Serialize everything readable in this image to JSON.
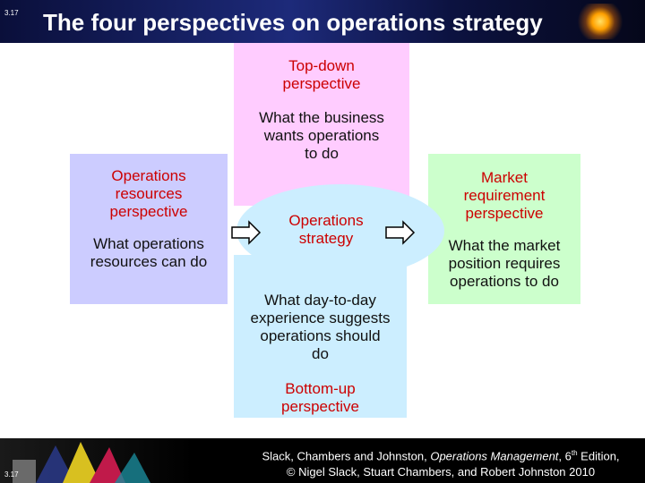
{
  "header": {
    "slide_number": "3.17",
    "title": "The four perspectives on operations strategy"
  },
  "diagram": {
    "top": {
      "label": [
        "Top-down",
        "perspective"
      ],
      "description": [
        "What the business",
        "wants operations",
        "to do"
      ]
    },
    "left": {
      "label": [
        "Operations",
        "resources",
        "perspective"
      ],
      "description": [
        "What operations",
        "resources can do"
      ]
    },
    "center": {
      "label": [
        "Operations",
        "strategy"
      ]
    },
    "right": {
      "label": [
        "Market",
        "requirement",
        "perspective"
      ],
      "description": [
        "What the market",
        "position requires",
        "operations to do"
      ]
    },
    "bottom": {
      "description": [
        "What day-to-day",
        "experience suggests",
        "operations should",
        "do"
      ],
      "label": [
        "Bottom-up",
        "perspective"
      ]
    },
    "colors": {
      "top_block": "#ffccff",
      "left_block": "#ccccff",
      "bottom_block": "#cceeff",
      "right_block": "#ccffcc",
      "label_text": "#cc0000"
    }
  },
  "footer": {
    "slide_number": "3.17",
    "line1_prefix": "Slack, Chambers and Johnston, ",
    "line1_italic": "Operations Management",
    "line1_edition_num": ", 6",
    "line1_sup": "th",
    "line1_suffix": " Edition,",
    "line2": "© Nigel Slack, Stuart Chambers, and Robert Johnston 2010"
  }
}
